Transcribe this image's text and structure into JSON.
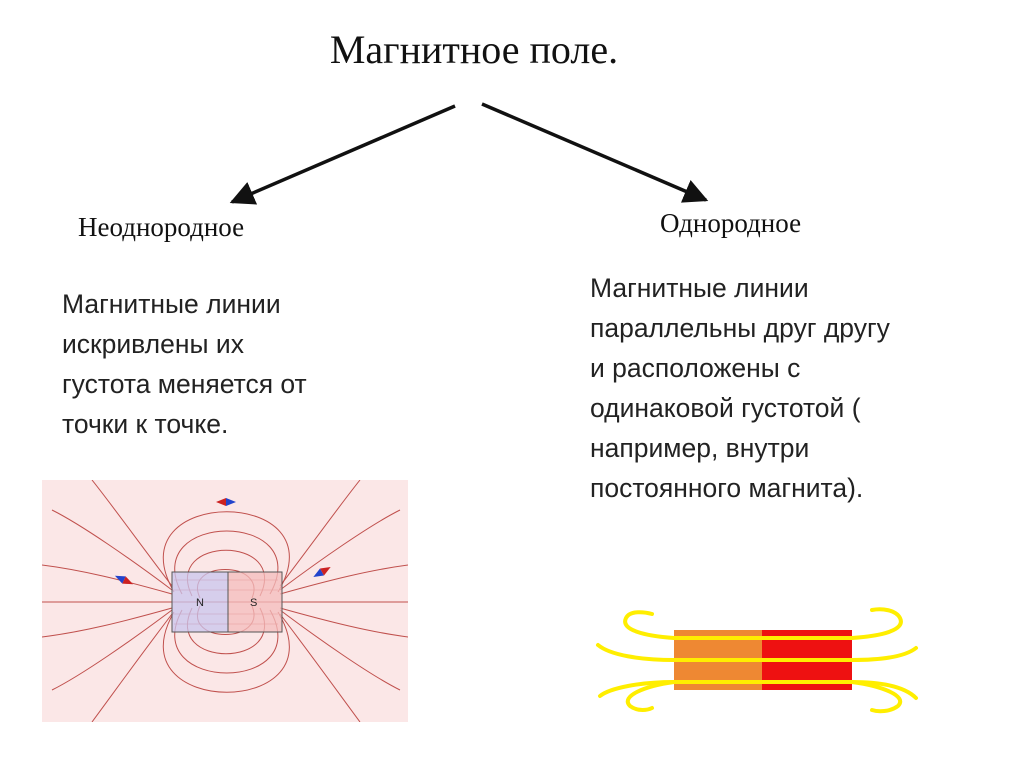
{
  "title": "Магнитное поле.",
  "left": {
    "heading": "Неоднородное",
    "text": "Магнитные линии\nискривлены их\nгустота меняется от\nточки к точке."
  },
  "right": {
    "heading": "Однородное",
    "text": "Магнитные линии\nпараллельны друг другу\nи расположены с\nодинаковой густотой (\nнапример, внутри\nпостоянного магнита)."
  },
  "magnet_figure": {
    "pole_north": "N",
    "pole_south": "S",
    "background": "#fbe7e7",
    "line_color": "#c0504d"
  },
  "bar_magnet_figure": {
    "color_north": "#ee8833",
    "color_south": "#ee1111",
    "field_line_color": "#ffee00"
  }
}
